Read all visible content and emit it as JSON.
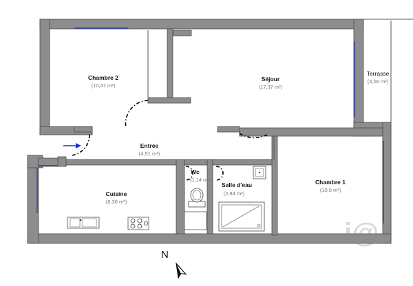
{
  "rooms": [
    {
      "name": "Chambre 2",
      "area": "(10,47 m²)"
    },
    {
      "name": "Séjour",
      "area": "(17,37 m²)"
    },
    {
      "name": "Terrasse",
      "area": "(4,06 m²)"
    },
    {
      "name": "Entrée",
      "area": "(4,51 m²)"
    },
    {
      "name": "Wc",
      "area": "(1,14 m²)"
    },
    {
      "name": "Salle d'eau",
      "area": "(2,84 m²)"
    },
    {
      "name": "Chambre 1",
      "area": "(10,9 m²)"
    },
    {
      "name": "Cuisine",
      "area": "(8,36 m²)"
    }
  ],
  "compass": {
    "label": "N"
  },
  "watermark": "i@",
  "colors": {
    "wall": "#8d8d8d",
    "window": "#2a3fb0",
    "entry_arrow": "#1a2fd0"
  }
}
